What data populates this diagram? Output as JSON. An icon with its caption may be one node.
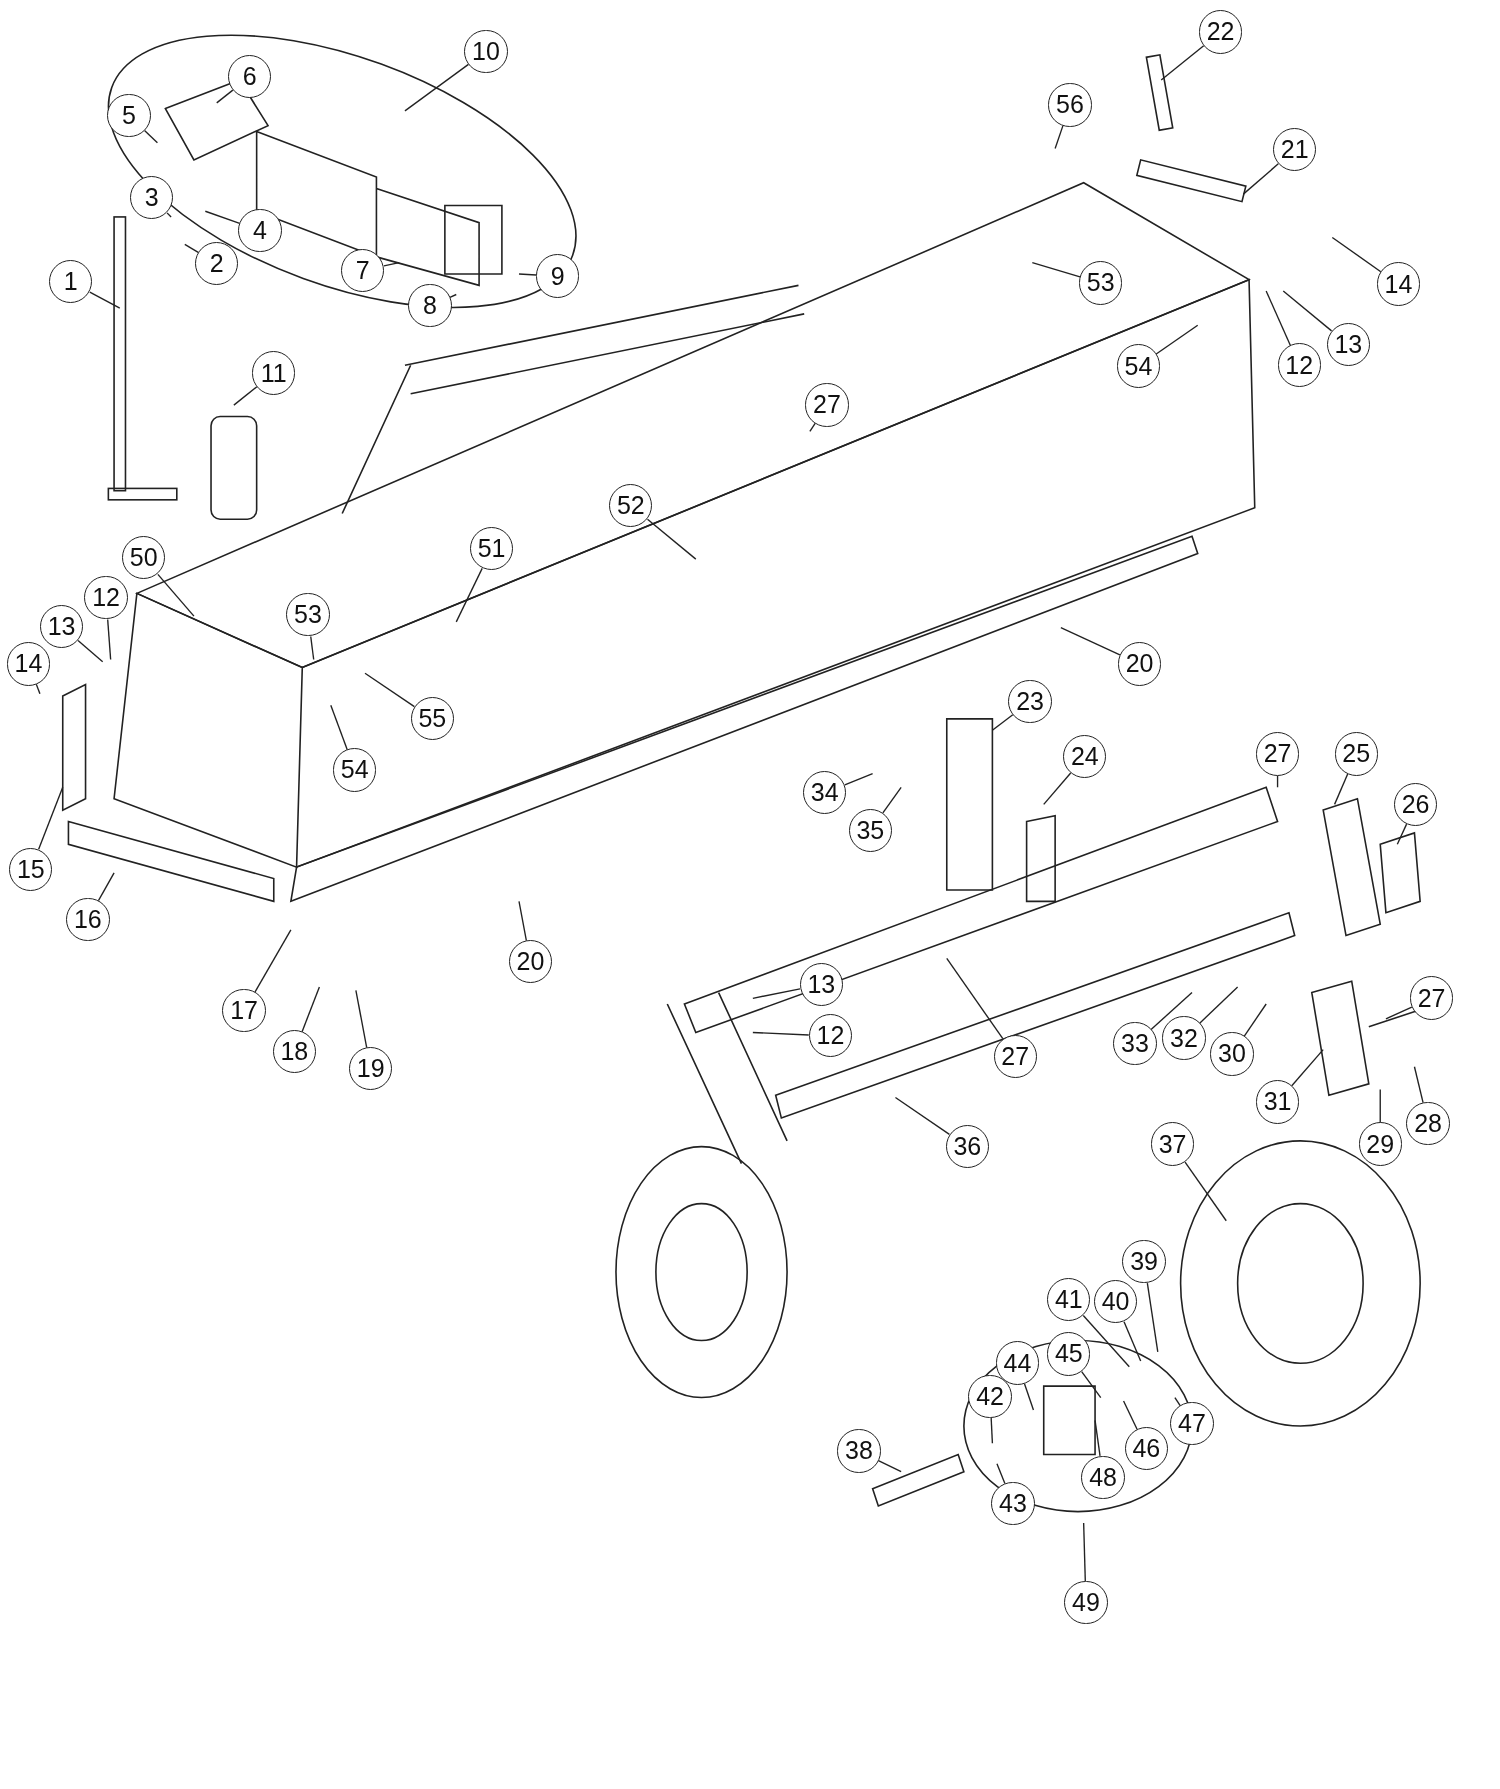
{
  "diagram": {
    "nodes": [
      {
        "text": [
          "22"
        ]
      },
      {
        "text": [
          "10"
        ]
      },
      {
        "text": [
          "6"
        ]
      },
      {
        "text": [
          "5"
        ]
      },
      {
        "text": [
          "56"
        ]
      },
      {
        "text": [
          "21"
        ]
      },
      {
        "text": [
          "3"
        ]
      },
      {
        "text": [
          "4"
        ]
      },
      {
        "text": [
          "2"
        ]
      },
      {
        "text": [
          "7"
        ]
      },
      {
        "text": [
          "9"
        ]
      },
      {
        "text": [
          "1"
        ]
      },
      {
        "text": [
          "53"
        ]
      },
      {
        "text": [
          "14"
        ]
      },
      {
        "text": [
          "8"
        ]
      },
      {
        "text": [
          "13"
        ]
      },
      {
        "text": [
          "12"
        ]
      },
      {
        "text": [
          "54"
        ]
      },
      {
        "text": [
          "11"
        ]
      },
      {
        "text": [
          "27"
        ]
      },
      {
        "text": [
          "52"
        ]
      },
      {
        "text": [
          "51"
        ]
      },
      {
        "text": [
          "50"
        ]
      },
      {
        "text": [
          "12"
        ]
      },
      {
        "text": [
          "53"
        ]
      },
      {
        "text": [
          "13"
        ]
      },
      {
        "text": [
          "14"
        ]
      },
      {
        "text": [
          "20"
        ]
      },
      {
        "text": [
          "23"
        ]
      },
      {
        "text": [
          "55"
        ]
      },
      {
        "text": [
          "27"
        ]
      },
      {
        "text": [
          "25"
        ]
      },
      {
        "text": [
          "24"
        ]
      },
      {
        "text": [
          "54"
        ]
      },
      {
        "text": [
          "34"
        ]
      },
      {
        "text": [
          "26"
        ]
      },
      {
        "text": [
          "35"
        ]
      },
      {
        "text": [
          "15"
        ]
      },
      {
        "text": [
          "16"
        ]
      },
      {
        "text": [
          "20"
        ]
      },
      {
        "text": [
          "13"
        ]
      },
      {
        "text": [
          "27"
        ]
      },
      {
        "text": [
          "17"
        ]
      },
      {
        "text": [
          "12"
        ]
      },
      {
        "text": [
          "32"
        ]
      },
      {
        "text": [
          "33"
        ]
      },
      {
        "text": [
          "30"
        ]
      },
      {
        "text": [
          "18"
        ]
      },
      {
        "text": [
          "27"
        ]
      },
      {
        "text": [
          "19"
        ]
      },
      {
        "text": [
          "31"
        ]
      },
      {
        "text": [
          "28"
        ]
      },
      {
        "text": [
          "29"
        ]
      },
      {
        "text": [
          "36"
        ]
      },
      {
        "text": [
          "37"
        ]
      },
      {
        "text": [
          "39"
        ]
      },
      {
        "text": [
          "41"
        ]
      },
      {
        "text": [
          "40"
        ]
      },
      {
        "text": [
          "45"
        ]
      },
      {
        "text": [
          "44"
        ]
      },
      {
        "text": [
          "42"
        ]
      },
      {
        "text": [
          "47"
        ]
      },
      {
        "text": [
          "46"
        ]
      },
      {
        "text": [
          "38"
        ]
      },
      {
        "text": [
          "48"
        ]
      },
      {
        "text": [
          "43"
        ]
      },
      {
        "text": [
          "49"
        ]
      }
    ],
    "edges": [
      {
        "from": 0,
        "to": null,
        "arrow": "none"
      },
      {
        "from": 1,
        "to": null,
        "arrow": "none"
      },
      {
        "from": 2,
        "to": null,
        "arrow": "none"
      },
      {
        "from": 3,
        "to": null,
        "arrow": "none"
      },
      {
        "from": 4,
        "to": null,
        "arrow": "none"
      },
      {
        "from": 5,
        "to": null,
        "arrow": "none"
      },
      {
        "from": 6,
        "to": null,
        "arrow": "none"
      },
      {
        "from": 7,
        "to": null,
        "arrow": "none"
      },
      {
        "from": 8,
        "to": null,
        "arrow": "none"
      },
      {
        "from": 9,
        "to": null,
        "arrow": "none"
      },
      {
        "from": 10,
        "to": null,
        "arrow": "none"
      },
      {
        "from": 11,
        "to": null,
        "arrow": "none"
      },
      {
        "from": 12,
        "to": null,
        "arrow": "none"
      },
      {
        "from": 13,
        "to": null,
        "arrow": "none"
      },
      {
        "from": 14,
        "to": null,
        "arrow": "none"
      },
      {
        "from": 15,
        "to": null,
        "arrow": "none"
      },
      {
        "from": 16,
        "to": null,
        "arrow": "none"
      },
      {
        "from": 17,
        "to": null,
        "arrow": "none"
      },
      {
        "from": 18,
        "to": null,
        "arrow": "none"
      },
      {
        "from": 19,
        "to": null,
        "arrow": "none"
      },
      {
        "from": 20,
        "to": null,
        "arrow": "none"
      },
      {
        "from": 21,
        "to": null,
        "arrow": "none"
      },
      {
        "from": 22,
        "to": null,
        "arrow": "none"
      },
      {
        "from": 23,
        "to": null,
        "arrow": "none"
      },
      {
        "from": 24,
        "to": null,
        "arrow": "none"
      },
      {
        "from": 25,
        "to": null,
        "arrow": "none"
      },
      {
        "from": 26,
        "to": null,
        "arrow": "none"
      },
      {
        "from": 27,
        "to": null,
        "arrow": "none"
      },
      {
        "from": 28,
        "to": null,
        "arrow": "none"
      },
      {
        "from": 29,
        "to": null,
        "arrow": "none"
      },
      {
        "from": 30,
        "to": null,
        "arrow": "none"
      },
      {
        "from": 31,
        "to": null,
        "arrow": "none"
      },
      {
        "from": 32,
        "to": null,
        "arrow": "none"
      },
      {
        "from": 33,
        "to": null,
        "arrow": "none"
      },
      {
        "from": 34,
        "to": null,
        "arrow": "none"
      },
      {
        "from": 35,
        "to": null,
        "arrow": "none"
      },
      {
        "from": 36,
        "to": null,
        "arrow": "none"
      },
      {
        "from": 37,
        "to": null,
        "arrow": "none"
      },
      {
        "from": 38,
        "to": null,
        "arrow": "none"
      },
      {
        "from": 39,
        "to": null,
        "arrow": "none"
      },
      {
        "from": 40,
        "to": null,
        "arrow": "none"
      },
      {
        "from": 41,
        "to": null,
        "arrow": "none"
      },
      {
        "from": 42,
        "to": null,
        "arrow": "none"
      },
      {
        "from": 43,
        "to": null,
        "arrow": "none"
      },
      {
        "from": 44,
        "to": null,
        "arrow": "none"
      },
      {
        "from": 45,
        "to": null,
        "arrow": "none"
      },
      {
        "from": 46,
        "to": null,
        "arrow": "none"
      },
      {
        "from": 47,
        "to": null,
        "arrow": "none"
      },
      {
        "from": 48,
        "to": null,
        "arrow": "none"
      },
      {
        "from": 49,
        "to": null,
        "arrow": "none"
      },
      {
        "from": 50,
        "to": null,
        "arrow": "none"
      },
      {
        "from": 51,
        "to": null,
        "arrow": "none"
      },
      {
        "from": 52,
        "to": null,
        "arrow": "none"
      },
      {
        "from": 53,
        "to": null,
        "arrow": "none"
      },
      {
        "from": 54,
        "to": null,
        "arrow": "none"
      },
      {
        "from": 55,
        "to": null,
        "arrow": "none"
      },
      {
        "from": 56,
        "to": null,
        "arrow": "none"
      },
      {
        "from": 57,
        "to": null,
        "arrow": "none"
      },
      {
        "from": 58,
        "to": null,
        "arrow": "none"
      },
      {
        "from": 59,
        "to": null,
        "arrow": "none"
      },
      {
        "from": 60,
        "to": null,
        "arrow": "none"
      },
      {
        "from": 61,
        "to": null,
        "arrow": "none"
      },
      {
        "from": 62,
        "to": null,
        "arrow": "none"
      },
      {
        "from": 63,
        "to": null,
        "arrow": "none"
      },
      {
        "from": 64,
        "to": null,
        "arrow": "none"
      },
      {
        "from": 65,
        "to": null,
        "arrow": "none"
      },
      {
        "from": 66,
        "to": null,
        "arrow": "none"
      }
    ]
  }
}
